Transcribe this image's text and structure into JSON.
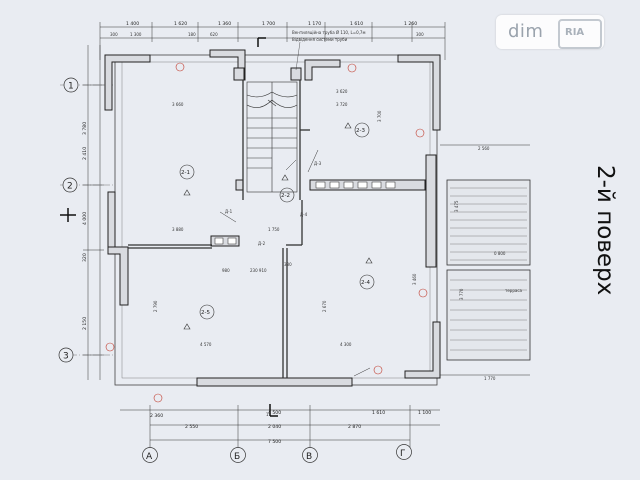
{
  "floor_title": "2-й поверх",
  "watermark": {
    "text": "dim",
    "badge": "RIA"
  },
  "axes": {
    "columns": [
      "А",
      "Б",
      "В",
      "Г"
    ],
    "rows": [
      "1",
      "2",
      "3"
    ]
  },
  "dims_top_line1": [
    "1 400",
    "1 620",
    "1 360",
    "1 700",
    "1 170",
    "1 610",
    "1 260"
  ],
  "dims_top_line2": [
    "300",
    "1 300",
    "180",
    "620",
    "300"
  ],
  "dims_bottom_line1": [
    "2 360",
    "4 500",
    "1 610",
    "1 100"
  ],
  "dims_bottom_line2": [
    "2 550",
    "2 040",
    "2 870"
  ],
  "dims_bottom_total": "7 500",
  "dims_left": [
    "3 780",
    "2 410",
    "4 000",
    "320",
    "2 150"
  ],
  "inner_dims": [
    "3 660",
    "3 720",
    "3 620",
    "3 880",
    "1 750",
    "4 570",
    "4 300",
    "3 700",
    "2 790",
    "3 460",
    "2 670",
    "980",
    "230 910",
    "380"
  ],
  "rooms": [
    "2-1",
    "2-2",
    "2-3",
    "2-4",
    "2-5"
  ],
  "notes": [
    "Вентиляційна труба Ø 110, L=0,7м",
    "Відвідення системи труби"
  ],
  "side_labels": [
    "2 560",
    "3 475",
    "3 770",
    "1 770",
    "0 800",
    "терраса"
  ],
  "doors": [
    "Д-1",
    "Д-2",
    "Д-3",
    "Д-4"
  ],
  "section_mark": "1"
}
